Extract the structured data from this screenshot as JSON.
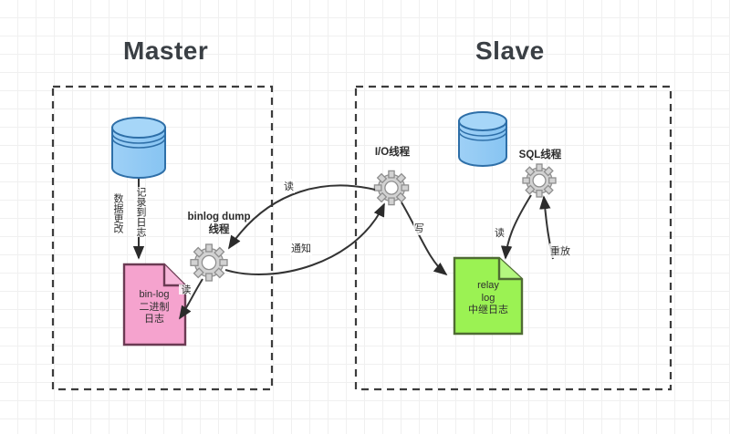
{
  "diagram": {
    "title_master": "Master",
    "title_slave": "Slave",
    "zones": [
      {
        "name": "master-zone",
        "label": "Master"
      },
      {
        "name": "slave-zone",
        "label": "Slave"
      }
    ],
    "nodes": {
      "master_database": {
        "label": "",
        "icon": "database-cylinder-icon",
        "color": "#91CBF4"
      },
      "slave_database": {
        "label": "",
        "icon": "database-cylinder-icon",
        "color": "#91CBF4"
      },
      "binlog_dump_thread": {
        "label": "binlog dump\n线程",
        "icon": "gear-icon",
        "color": "#D0D0D0"
      },
      "io_thread": {
        "label": "I/O线程",
        "icon": "gear-icon",
        "color": "#D0D0D0"
      },
      "sql_thread": {
        "label": "SQL线程",
        "icon": "gear-icon",
        "color": "#D0D0D0"
      },
      "binlog_document": {
        "label": "bin-log\n二进制\n日志",
        "icon": "document-icon",
        "color": "#F5A3CE",
        "stroke": "#6B3A53"
      },
      "relay_log_document": {
        "label": "relay\nlog\n中继日志",
        "icon": "document-icon",
        "color": "#9BF253",
        "stroke": "#4F6B33"
      }
    },
    "edges": [
      {
        "name": "edge-data-change",
        "label": "数据更改"
      },
      {
        "name": "edge-record-to-log",
        "label": "记录到日志"
      },
      {
        "name": "edge-read-binlog",
        "label": "读"
      },
      {
        "name": "edge-read-to-io",
        "label": "读"
      },
      {
        "name": "edge-notify",
        "label": "通知"
      },
      {
        "name": "edge-write-relay",
        "label": "写"
      },
      {
        "name": "edge-read-relay",
        "label": "读"
      },
      {
        "name": "edge-replay",
        "label": "重放"
      }
    ],
    "colors": {
      "grid_minor": "#f0f0f0",
      "grid_major": "#e2e2e2",
      "dashed_border": "#3c3c3c",
      "arrow": "#333333",
      "title_text": "#3a3f44"
    }
  }
}
